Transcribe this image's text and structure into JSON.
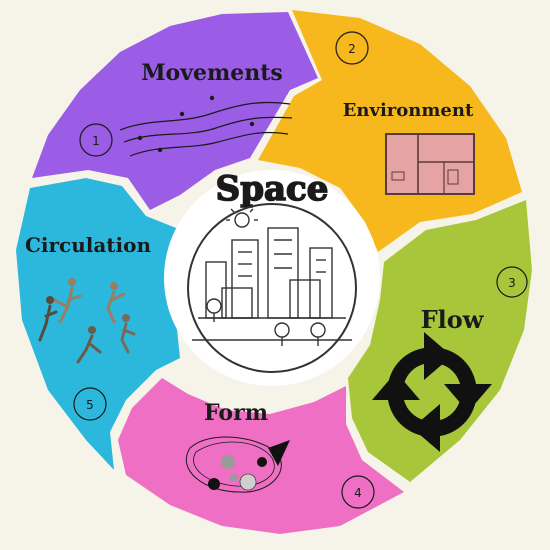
{
  "center": {
    "title": "Space"
  },
  "segments": [
    {
      "number": "1",
      "label": "Movements",
      "color": "#9b5de5",
      "icon": "wavy-lines-icon"
    },
    {
      "number": "2",
      "label": "Environment",
      "color": "#f7b81e",
      "icon": "floor-plan-icon"
    },
    {
      "number": "3",
      "label": "Flow",
      "color": "#a8c63a",
      "icon": "cycle-arrows-icon"
    },
    {
      "number": "4",
      "label": "Form",
      "color": "#ee6fc3",
      "icon": "abstract-shapes-icon"
    },
    {
      "number": "5",
      "label": "Circulation",
      "color": "#2cb8dc",
      "icon": "dancers-icon"
    }
  ],
  "colors": {
    "background": "#f6f4e9",
    "ring_gap": "#f6f4e9",
    "ink": "#1a1a1a"
  }
}
